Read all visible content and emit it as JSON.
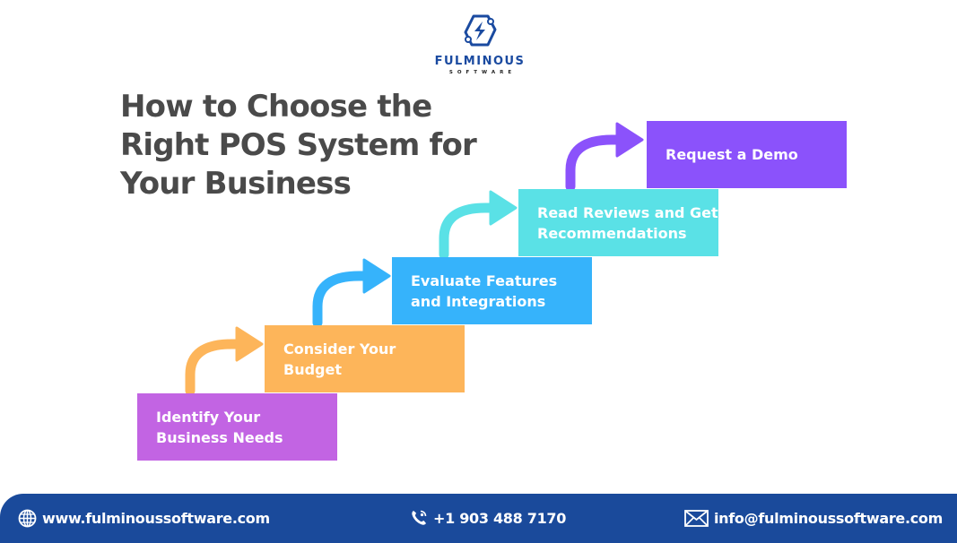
{
  "brand": {
    "name": "FULMINOUS",
    "tagline": "SOFTWARE",
    "color": "#1a4aa0"
  },
  "title": {
    "lines": [
      "How to Choose the",
      "Right POS System for",
      "Your Business"
    ],
    "color": "#4a4a4a"
  },
  "steps": [
    {
      "lines": [
        "Identify Your",
        "Business Needs"
      ],
      "color": "#c264e3",
      "icon": "curved-arrow-icon"
    },
    {
      "lines": [
        "Consider Your",
        "Budget"
      ],
      "color": "#fdb55a",
      "icon": "curved-arrow-icon"
    },
    {
      "lines": [
        "Evaluate Features",
        "and Integrations"
      ],
      "color": "#36b3fb",
      "icon": "curved-arrow-icon"
    },
    {
      "lines": [
        "Read Reviews and Get",
        "Recommendations"
      ],
      "color": "#5ae1e6",
      "icon": "curved-arrow-icon"
    },
    {
      "lines": [
        "Request a Demo"
      ],
      "color": "#8b52fb"
    }
  ],
  "footer": {
    "background": "#1a4a9b",
    "website": {
      "icon": "globe-icon",
      "text": "www.fulminoussoftware.com"
    },
    "phone": {
      "icon": "phone-icon",
      "text": "+1 903 488 7170"
    },
    "email": {
      "icon": "envelope-icon",
      "text": "info@fulminoussoftware.com"
    }
  }
}
